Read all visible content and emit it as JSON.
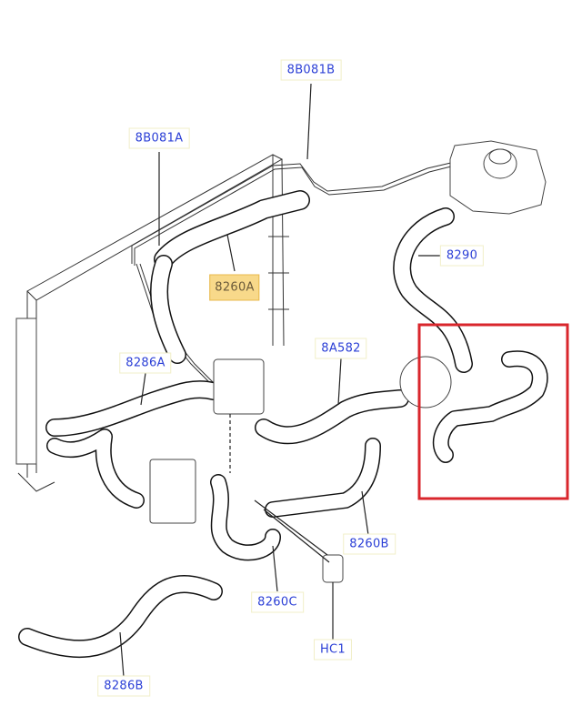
{
  "diagram": {
    "labels": {
      "b8081b": "8B081B",
      "b8081a": "8B081A",
      "p8260a": "8260A",
      "p8290": "8290",
      "p8286a": "8286A",
      "p8a582": "8A582",
      "p8260b": "8260B",
      "p8260c": "8260C",
      "hc1": "HC1",
      "p8286b": "8286B"
    },
    "colors": {
      "label_text": "#2b3fd6",
      "highlight_fill": "#f8d98a",
      "callout_box": "#d9262c"
    }
  }
}
